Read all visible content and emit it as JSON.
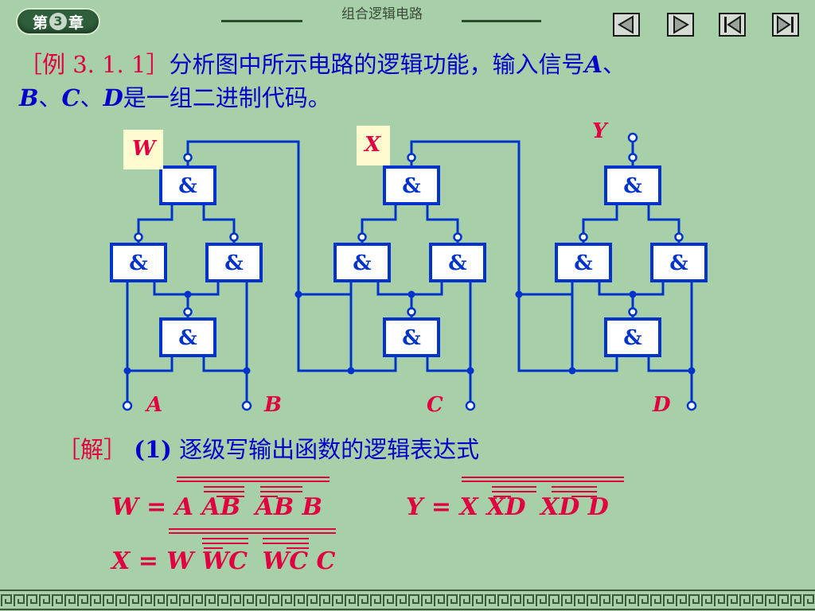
{
  "header": {
    "chapter_badge_prefix": "第",
    "chapter_number": "3",
    "chapter_badge_suffix": "章",
    "title": "组合逻辑电路"
  },
  "nav_buttons": [
    "previous",
    "next",
    "first",
    "last"
  ],
  "problem": {
    "label": "［例 3. 1. 1］",
    "text_part1": "分析图中所示电路的逻辑功能，输入信号",
    "var_a": "A",
    "sep1": "、",
    "var_b": "B",
    "sep2": "、",
    "var_c": "C",
    "sep3": "、",
    "var_d": "D",
    "text_part2": "是一组二进制代码。"
  },
  "circuit": {
    "gate_symbol": "&",
    "output_labels": {
      "w": "W",
      "x": "X",
      "y": "Y"
    },
    "input_labels": {
      "a": "A",
      "b": "B",
      "c": "C",
      "d": "D"
    }
  },
  "solution": {
    "label": "［解］",
    "step": "(1)",
    "step_text": "逐级写输出函数的逻辑表达式",
    "w_expr": {
      "lhs": "W",
      "eq": "=",
      "t1": "A",
      "t2": "AB",
      "t3": "AB",
      "t4": "B"
    },
    "y_expr": {
      "lhs": "Y",
      "eq": "=",
      "t1": "X",
      "t2": "XD",
      "t3": "XD",
      "t4": "D"
    },
    "x_expr": {
      "lhs": "X",
      "eq": "=",
      "t1": "W",
      "t2": "WC",
      "t3": "WC",
      "t4": "C"
    }
  },
  "colors": {
    "background": "#a8d0a8",
    "wire": "#0033cc",
    "gate_fill": "#ffffff",
    "label_red": "#e00040",
    "text_blue": "#0000cc"
  }
}
